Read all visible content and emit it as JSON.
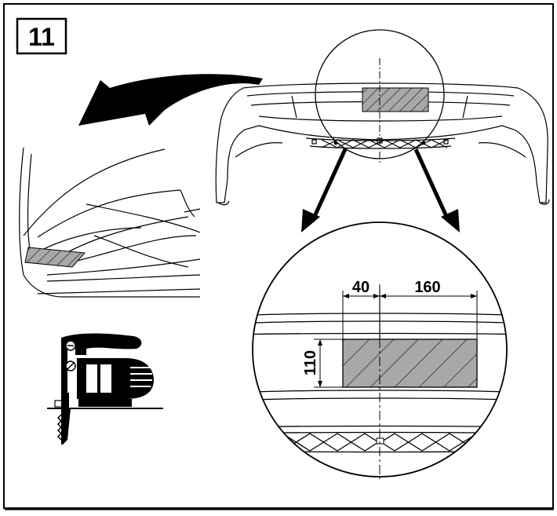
{
  "step_number": "11",
  "dimensions": {
    "width_left": "40",
    "width_right": "160",
    "height": "110"
  },
  "icons": {
    "jigsaw": "jigsaw-tool-icon",
    "direction_arrow": "curved-arrow-icon"
  },
  "colors": {
    "line": "#000000",
    "hatch": "#666666",
    "background": "#ffffff"
  }
}
